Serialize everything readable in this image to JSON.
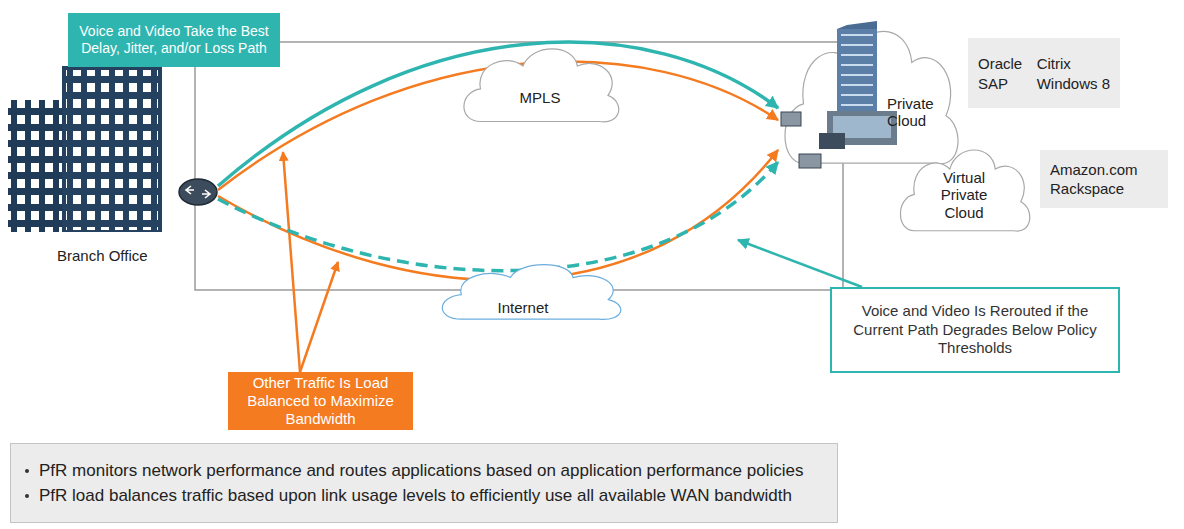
{
  "diagram": {
    "nodes": [
      {
        "text": [
          "Branch Office"
        ]
      },
      {
        "text": [
          "Voice and Video Take the Best Delay, Jitter, and/or Loss Path"
        ]
      },
      {
        "text": [
          "MPLS"
        ]
      },
      {
        "text": [
          "Private Cloud"
        ]
      },
      {
        "text": [
          "Oracle",
          "Citrix",
          "SAP",
          "Windows 8"
        ]
      },
      {
        "text": [
          "Virtual Private Cloud"
        ]
      },
      {
        "text": [
          "Amazon.com",
          "Rackspace"
        ]
      },
      {
        "text": [
          "Internet"
        ]
      },
      {
        "text": [
          "Voice and Video Is Rerouted if the Current Path Degrades Below Policy Thresholds"
        ]
      },
      {
        "text": [
          "Other Traffic Is Load Balanced to Maximize Bandwidth"
        ]
      },
      {
        "text": [
          "PfR monitors network performance and routes applications based on application performance policies",
          "PfR load balances traffic based upon link usage levels to efficiently use all available WAN bandwidth"
        ]
      }
    ],
    "edges": [
      {
        "from": 0,
        "to": 3,
        "arrow": "to"
      },
      {
        "from": 0,
        "to": 3,
        "arrow": "to"
      },
      {
        "from": 0,
        "to": 3,
        "arrow": "to"
      },
      {
        "from": 0,
        "to": 3,
        "arrow": "to"
      }
    ]
  }
}
